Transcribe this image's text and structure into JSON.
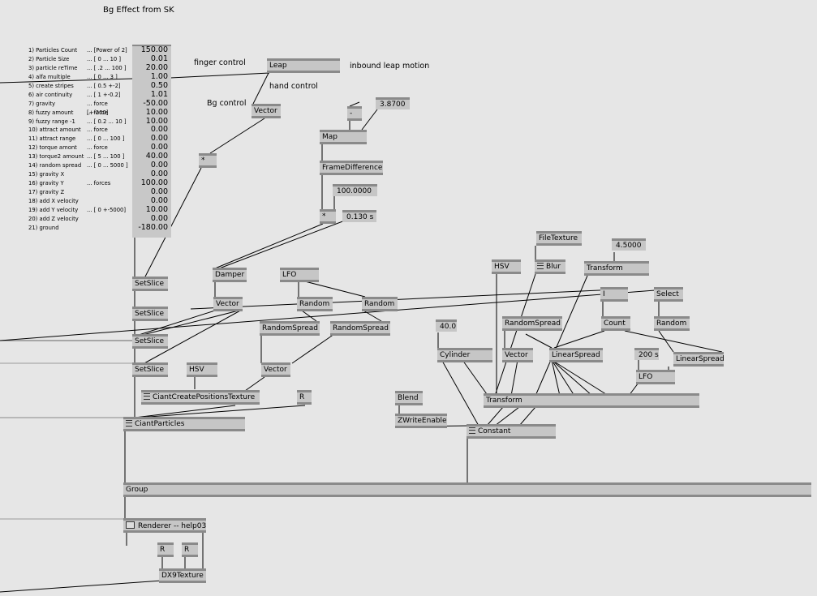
{
  "patch_title": "Bg Effect from SK",
  "comments": {
    "finger_control": "finger control",
    "inbound_leap": "inbound leap motion",
    "hand_control": "hand control",
    "bg_control": "Bg control"
  },
  "params": [
    {
      "label": "1) Particles Count",
      "range": "... [Power of 2]",
      "value": "150.00"
    },
    {
      "label": "2) Particle Size",
      "range": "... [ 0 ... 10 ]",
      "value": "0.01"
    },
    {
      "label": "3) particle reTime",
      "range": "... [ .2 ... 100 ]",
      "value": "20.00"
    },
    {
      "label": "4) alfa multiple",
      "range": "... [ 0 ... 3 ]",
      "value": "1.00"
    },
    {
      "label": "5) create stripes",
      "range": "... [ 0.5 +-2]",
      "value": "0.50"
    },
    {
      "label": "6) air continuity",
      "range": "... [ 1 +-0.2]",
      "value": "1.01"
    },
    {
      "label": "7) gravity",
      "range": "... force [+-200]",
      "value": "-50.00"
    },
    {
      "label": "8) fuzzy amount",
      "range": "... force",
      "value": "10.00"
    },
    {
      "label": "9) fuzzy range -1",
      "range": "... [ 0.2 ... 10 ]",
      "value": "10.00"
    },
    {
      "label": "10) attract amount",
      "range": "... force",
      "value": "0.00"
    },
    {
      "label": "11) attract range",
      "range": "... [ 0 ... 100 ]",
      "value": "0.00"
    },
    {
      "label": "12) torque amont",
      "range": "... force",
      "value": "0.00"
    },
    {
      "label": "13) torque2 amount",
      "range": "... [ 5 ... 100 ]",
      "value": "40.00"
    },
    {
      "label": "14) random spread",
      "range": "... [ 0 ... 5000 ]",
      "value": "0.00"
    },
    {
      "label": "15) gravity X",
      "range": "",
      "value": "0.00"
    },
    {
      "label": "16) gravity Y",
      "range": "... forces",
      "value": "100.00"
    },
    {
      "label": "17) gravity Z",
      "range": "",
      "value": "0.00"
    },
    {
      "label": "18) add X velocity",
      "range": "",
      "value": "0.00"
    },
    {
      "label": "19) add Y velocity",
      "range": "... [ 0 +-5000]",
      "value": "10.00"
    },
    {
      "label": "20) add Z velocity",
      "range": "",
      "value": "0.00"
    },
    {
      "label": "21) ground",
      "range": "",
      "value": "-180.00"
    }
  ],
  "nodes": {
    "leap": "Leap",
    "vector_hand": "Vector",
    "multiply_1": "*",
    "minus": "-",
    "val_38700": "3.8700",
    "map": "Map",
    "frame_difference": "FrameDifference",
    "val_100": "100.0000",
    "multiply_2": "*",
    "val_0130": "0.130 s",
    "setslice_1": "SetSlice",
    "setslice_2": "SetSlice",
    "setslice_3": "SetSlice",
    "setslice_4": "SetSlice",
    "damper": "Damper",
    "lfo_1": "LFO",
    "random_1": "Random",
    "random_2": "Random",
    "vector_2": "Vector",
    "randomspread_1": "RandomSpread",
    "randomspread_2": "RandomSpread",
    "hsv_1": "HSV",
    "vector_3": "Vector",
    "ciant_create": "CiantCreatePositionsTexture",
    "r_1": "R",
    "ciant_particles": "CiantParticles",
    "file_texture": "FileTexture",
    "val_45": "4.5000",
    "hsv_2": "HSV",
    "blur": "Blur",
    "transform_top": "Transform",
    "i_node": "I",
    "select": "Select",
    "val_40": "40.0",
    "randomspread_3": "RandomSpread",
    "count": "Count",
    "random_3": "Random",
    "cylinder": "Cylinder",
    "vector_4": "Vector",
    "linearspread_1": "LinearSpread",
    "val_200s": "200 s",
    "linearspread_2": "LinearSpread",
    "lfo_2": "LFO",
    "blend": "Blend",
    "transform_main": "Transform",
    "zwrite": "ZWriteEnable",
    "constant": "Constant",
    "group": "Group",
    "renderer": "Renderer -- help03",
    "r_2": "R",
    "r_3": "R",
    "dx9texture": "DX9Texture"
  },
  "colors": {
    "background": "#e6e6e6",
    "node_fill": "#c6c6c6",
    "node_border": "#8a8a8a",
    "wire": "#000000"
  }
}
